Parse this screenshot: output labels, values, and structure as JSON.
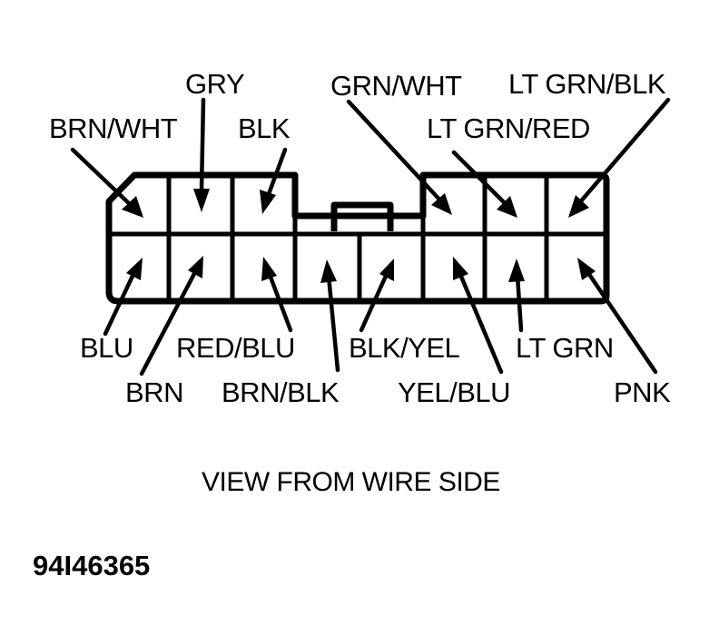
{
  "caption": "VIEW FROM WIRE SIDE",
  "figure_number": "94I46365",
  "pins": {
    "top_row": [
      {
        "wire": "BRN/WHT"
      },
      {
        "wire": "GRY"
      },
      {
        "wire": "BLK"
      },
      {
        "wire": "GRN/WHT"
      },
      {
        "wire": "LT GRN/RED"
      },
      {
        "wire": "LT GRN/BLK"
      }
    ],
    "bottom_row": [
      {
        "wire": "BLU"
      },
      {
        "wire": "BRN"
      },
      {
        "wire": "RED/BLU"
      },
      {
        "wire": "BRN/BLK"
      },
      {
        "wire": "BLK/YEL"
      },
      {
        "wire": "YEL/BLU"
      },
      {
        "wire": "LT GRN"
      },
      {
        "wire": "PNK"
      }
    ]
  }
}
